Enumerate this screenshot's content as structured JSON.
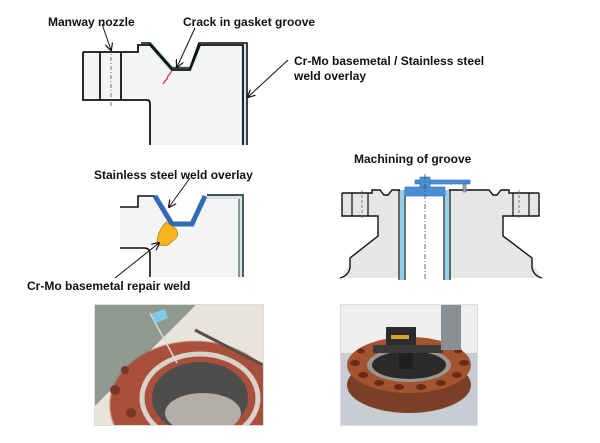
{
  "labels": {
    "manway_nozzle": "Manway nozzle",
    "crack": "Crack in gasket groove",
    "basemetal_line1": "Cr-Mo basemetal / Stainless steel",
    "basemetal_line2": "weld overlay",
    "ss_overlay": "Stainless steel weld overlay",
    "repair_weld": "Cr-Mo basemetal repair weld",
    "machining": "Machining of groove"
  },
  "colors": {
    "base_fill": "#f3f5f5",
    "overlay_fill": "#cfe8f0",
    "overlay_blue": "#2f6bb6",
    "tool_blue": "#4a8fd4",
    "repair_weld": "#f5b41e",
    "crack": "#e02020",
    "section_fill": "#e6e6e6"
  },
  "photos": {
    "left": "repair-welding-photo",
    "right": "groove-machining-photo"
  }
}
